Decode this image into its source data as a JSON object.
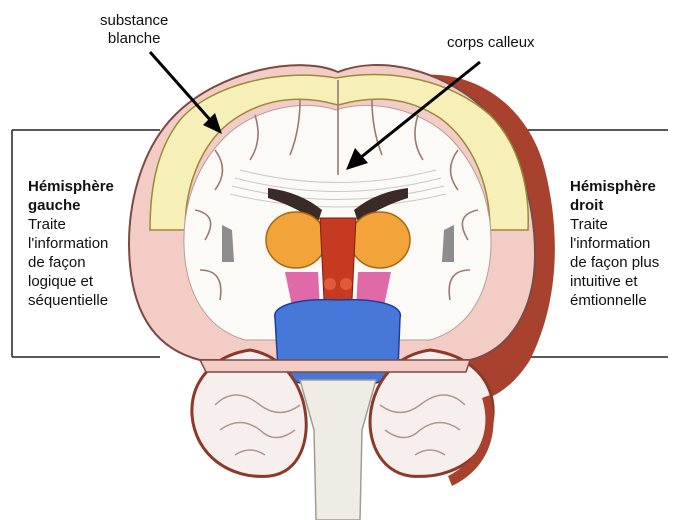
{
  "labels": {
    "white_matter": "substance\nblanche",
    "corpus_callosum": "corps calleux"
  },
  "left_hemisphere": {
    "title": "Hémisphère\ngauche",
    "description": "Traite\nl'information\nde façon\nlogique et\nséquentielle"
  },
  "right_hemisphere": {
    "title": "Hémisphère\ndroit",
    "description": "Traite\nl'information\nde façon plus\nintuitive et\némtionnelle"
  },
  "colors": {
    "cortex_outer": "#f3cdc5",
    "cortex_yellow": "#f6f0b8",
    "white_matter": "#fbfaf7",
    "cerebellum_red": "#a8412d",
    "caudate_orange": "#f2a43a",
    "thalamus_red": "#c73a22",
    "hypothalamus_pink": "#e06aa8",
    "midbrain_blue": "#4777d9",
    "brainstem": "#efece6"
  }
}
